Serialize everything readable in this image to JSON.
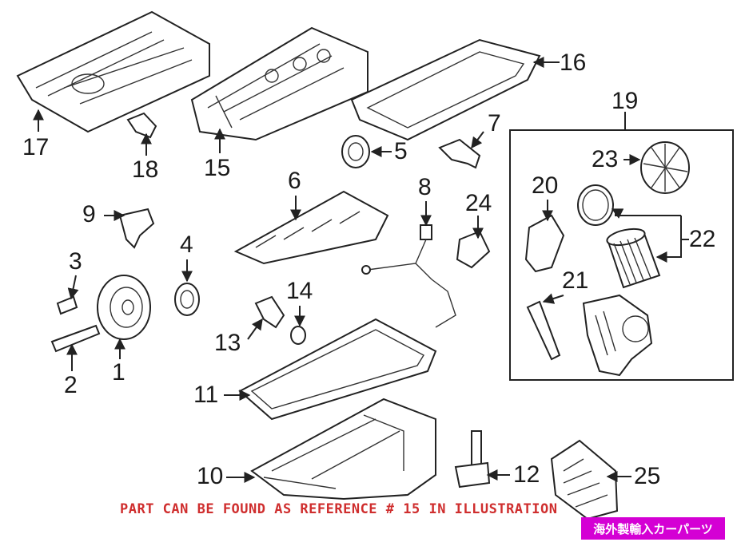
{
  "callouts": [
    "1",
    "2",
    "3",
    "4",
    "5",
    "6",
    "7",
    "8",
    "9",
    "10",
    "11",
    "12",
    "13",
    "14",
    "15",
    "16",
    "17",
    "18",
    "19",
    "20",
    "21",
    "22",
    "23",
    "24",
    "25"
  ],
  "note": "PART CAN BE FOUND AS REFERENCE # 15 IN ILLUSTRATION",
  "watermark": "海外製輸入カーパーツ",
  "colors": {
    "note": "#cf2e2e",
    "watermark_bg": "#d400d4",
    "line": "#222222"
  }
}
